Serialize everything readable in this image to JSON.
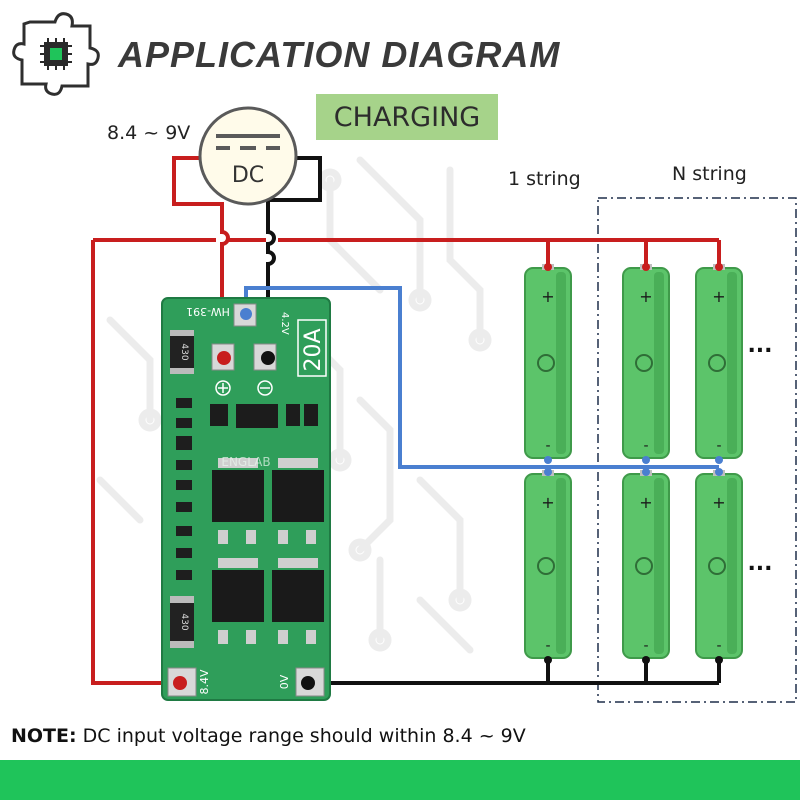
{
  "title": "APPLICATION DIAGRAM",
  "mode_badge": "CHARGING",
  "input_voltage_label": "8.4 ~ 9V",
  "dc_connector_label": "DC",
  "string_labels": {
    "one": "1 string",
    "n": "N string"
  },
  "board": {
    "model": "HW-391",
    "current_rating": "20A",
    "cell_voltage_marking": "4.2V",
    "pad_positive_label": "8.4V",
    "pad_negative_label": "0V",
    "watermark": "ENGLAB",
    "resistor_code": "430"
  },
  "battery": {
    "plus_symbol": "+",
    "minus_symbol": "-",
    "continuation": "..."
  },
  "note": {
    "label": "NOTE:",
    "text": " DC input voltage range should within 8.4 ~ 9V"
  },
  "colors": {
    "positive_wire": "#c81e1e",
    "negative_wire": "#111111",
    "mid_wire": "#4a7fd0",
    "pcb": "#2f9e5a",
    "cell": "#5cc46a",
    "footer": "#1fc45a",
    "badge": "#a6d38a"
  }
}
